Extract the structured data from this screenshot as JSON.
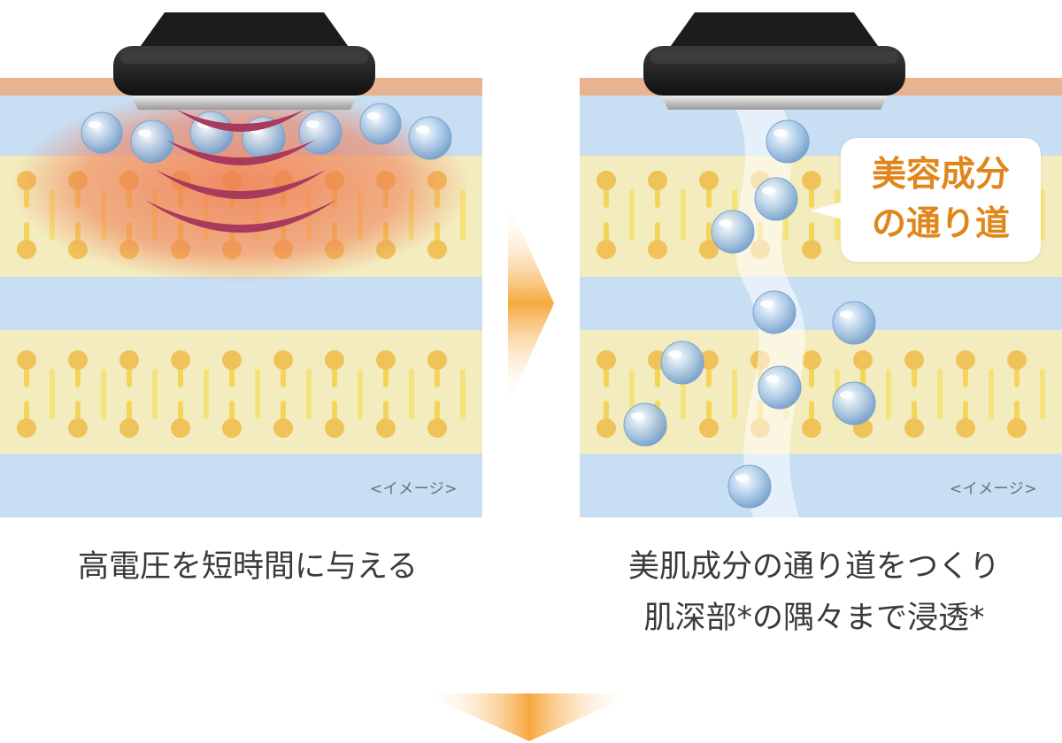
{
  "colors": {
    "background": "#ffffff",
    "skin_surface": "#e8b48f",
    "water_layer": "#c7def3",
    "lipid_layer": "#f3ecbf",
    "lipid_stick": "#f4d55a",
    "lipid_head": "#f0c25a",
    "heat_glow": "#ef7a52",
    "wave": "#a83a5c",
    "device_body": "#222222",
    "device_plate": "#c9c9c9",
    "path_highlight": "#ffffff",
    "bubble_text": "#e0861a",
    "caption_text": "#3a3a3a",
    "arrow": "#f6a83f"
  },
  "left_panel": {
    "image_note": "<イメージ>",
    "caption": "高電圧を短時間に与える"
  },
  "right_panel": {
    "image_note": "<イメージ>",
    "callout": {
      "line1": "美容成分",
      "line2": "の通り道"
    },
    "caption_line1": "美肌成分の通り道をつくり",
    "caption_line2": "肌深部*の隅々まで浸透*"
  },
  "icons": {
    "device": "electroporation-device-icon",
    "droplet": "serum-droplet-icon",
    "wave": "electric-wave-icon",
    "arrow_right": "arrow-right-icon",
    "arrow_down": "arrow-down-icon"
  }
}
